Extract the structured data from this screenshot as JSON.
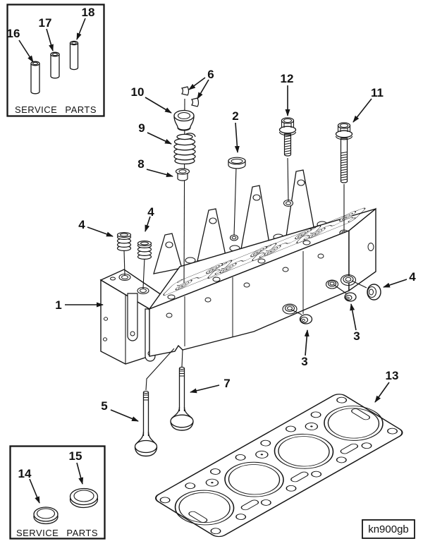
{
  "diagram": {
    "figure_code": "kn900gb",
    "service_parts_top": {
      "title": "SERVICE PARTS",
      "items": [
        {
          "label": "16"
        },
        {
          "label": "17"
        },
        {
          "label": "18"
        }
      ]
    },
    "service_parts_bottom": {
      "title": "SERVICE PARTS",
      "items": [
        {
          "label": "14"
        },
        {
          "label": "15"
        }
      ]
    },
    "callouts": [
      {
        "label": "1"
      },
      {
        "label": "2"
      },
      {
        "label": "3"
      },
      {
        "label": "3"
      },
      {
        "label": "4"
      },
      {
        "label": "4"
      },
      {
        "label": "4"
      },
      {
        "label": "5"
      },
      {
        "label": "6"
      },
      {
        "label": "7"
      },
      {
        "label": "8"
      },
      {
        "label": "9"
      },
      {
        "label": "10"
      },
      {
        "label": "11"
      },
      {
        "label": "12"
      },
      {
        "label": "13"
      }
    ]
  }
}
